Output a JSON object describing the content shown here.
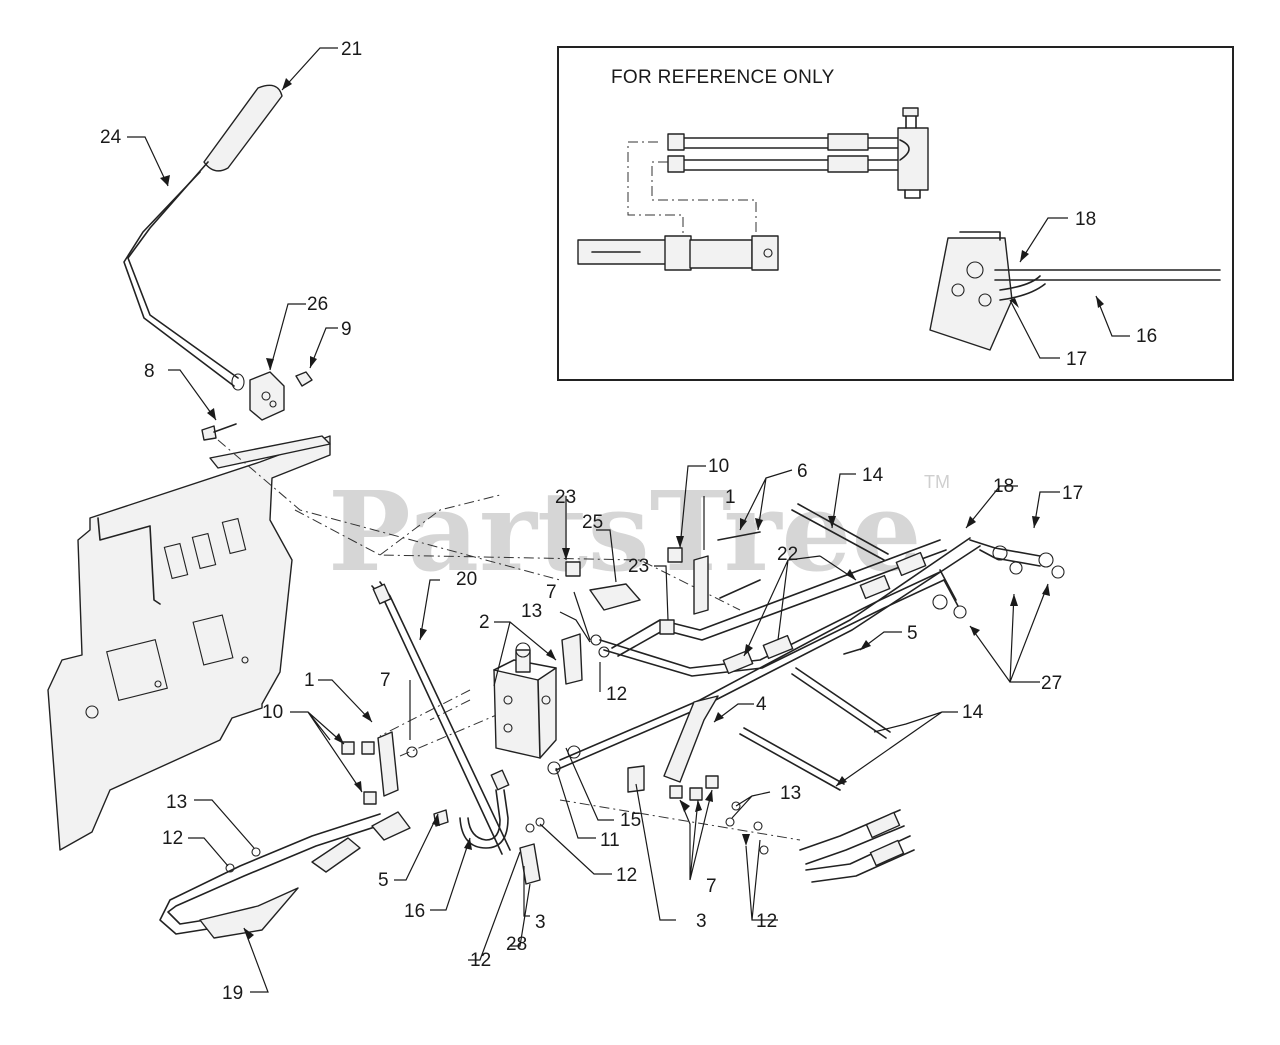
{
  "reference_box": {
    "title": "FOR REFERENCE ONLY"
  },
  "watermark": {
    "text": "PartsTree",
    "trademark": "TM"
  },
  "callouts": {
    "c21": "21",
    "c24": "24",
    "c26": "26",
    "c9": "9",
    "c8": "8",
    "c18a": "18",
    "c16a": "16",
    "c17a": "17",
    "c10a": "10",
    "c6": "6",
    "c14a": "14",
    "c18b": "18",
    "c17b": "17",
    "c23a": "23",
    "c25": "25",
    "c1a": "1",
    "c22": "22",
    "c23b": "23",
    "c20": "20",
    "c7a": "7",
    "c13a": "13",
    "c2": "2",
    "c5a": "5",
    "c12a": "12",
    "c27": "27",
    "c1b": "1",
    "c7b": "7",
    "c10b": "10",
    "c4": "4",
    "c14b": "14",
    "c13b": "13",
    "c12b": "12",
    "c15": "15",
    "c11": "11",
    "c13c": "13",
    "c12c": "12",
    "c5b": "5",
    "c16b": "16",
    "c7c": "7",
    "c3a": "3",
    "c28": "28",
    "c12d": "12",
    "c3b": "3",
    "c12e": "12",
    "c19": "19"
  }
}
